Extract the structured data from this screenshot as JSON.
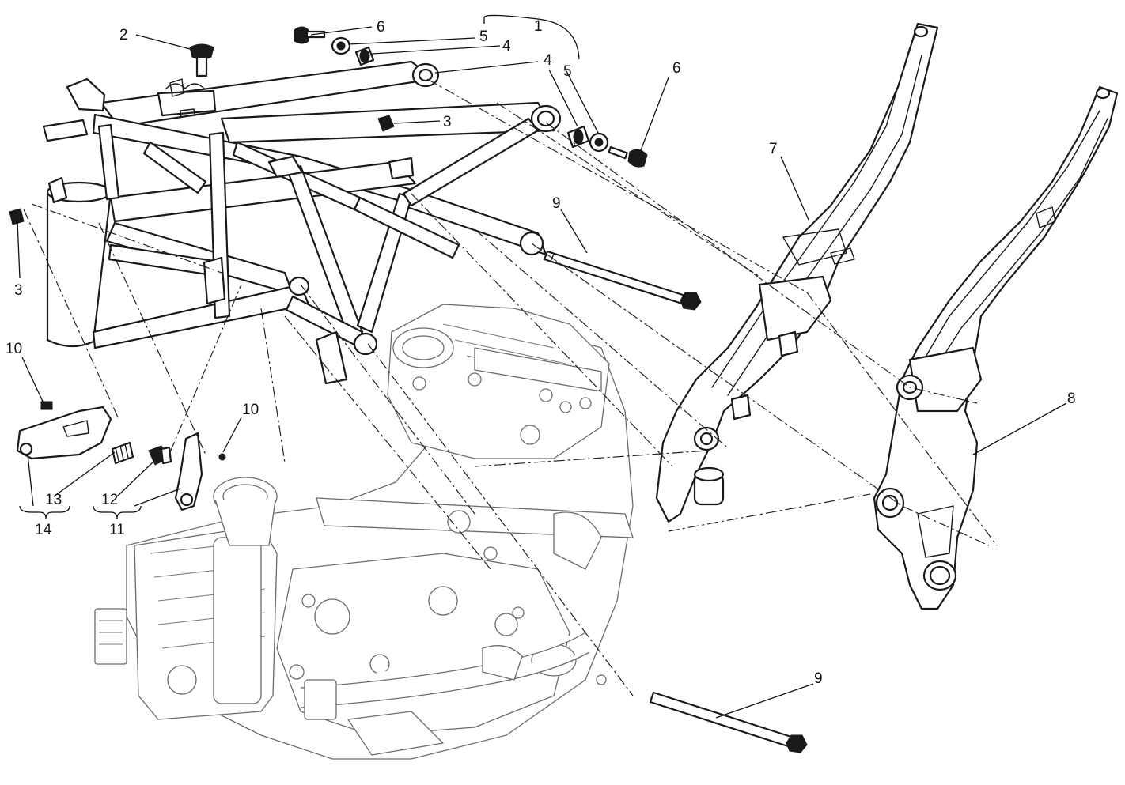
{
  "callouts": [
    {
      "id": "c1",
      "text": "1"
    },
    {
      "id": "c2",
      "text": "2"
    },
    {
      "id": "c3a",
      "text": "3"
    },
    {
      "id": "c3b",
      "text": "3"
    },
    {
      "id": "c4a",
      "text": "4"
    },
    {
      "id": "c4b",
      "text": "4"
    },
    {
      "id": "c5a",
      "text": "5"
    },
    {
      "id": "c5b",
      "text": "5"
    },
    {
      "id": "c6a",
      "text": "6"
    },
    {
      "id": "c6b",
      "text": "6"
    },
    {
      "id": "c7",
      "text": "7"
    },
    {
      "id": "c8",
      "text": "8"
    },
    {
      "id": "c9a",
      "text": "9"
    },
    {
      "id": "c9b",
      "text": "9"
    },
    {
      "id": "c10a",
      "text": "10"
    },
    {
      "id": "c10b",
      "text": "10"
    },
    {
      "id": "c11",
      "text": "11"
    },
    {
      "id": "c12",
      "text": "12"
    },
    {
      "id": "c13",
      "text": "13"
    },
    {
      "id": "c14",
      "text": "14"
    }
  ]
}
